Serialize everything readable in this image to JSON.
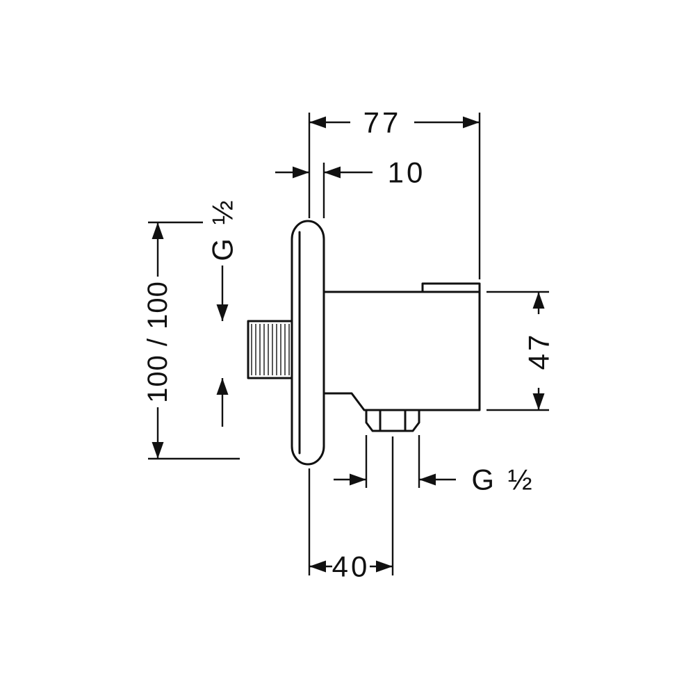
{
  "diagram": {
    "background_color": "#ffffff",
    "line_color": "#111111",
    "labels": {
      "depth_total": "77",
      "flange_thickness": "10",
      "inlet_thread": "G ½",
      "install_height": "100 / 100",
      "body_height": "47",
      "outlet_thread": "G ½",
      "outlet_offset": "40"
    }
  }
}
